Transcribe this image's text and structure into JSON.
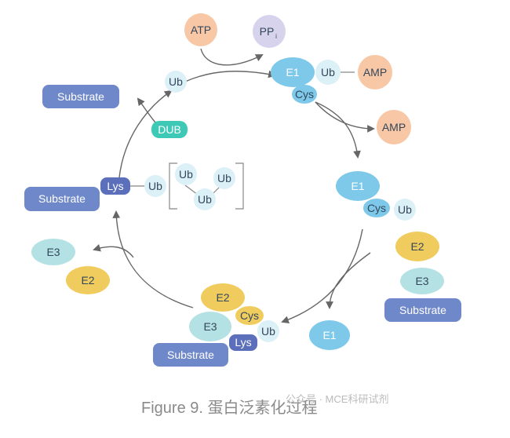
{
  "labels": {
    "atp": "ATP",
    "pp": "PP",
    "pp_sub": "i",
    "e1": "E1",
    "ub": "Ub",
    "amp": "AMP",
    "cys": "Cys",
    "e2": "E2",
    "e3": "E3",
    "substrate": "Substrate",
    "dub": "DUB",
    "lys": "Lys"
  },
  "caption": "Figure 9. 蛋白泛素化过程",
  "watermark": "公众号 · MCE科研试剂",
  "colors": {
    "e1_blue": "#7ec8ea",
    "ub_light": "#dcf0f8",
    "amp_peach": "#f8c8a6",
    "pp_lavender": "#d7d3ec",
    "e2_yellow": "#f0cc5e",
    "e3_teal": "#b4e2e4",
    "substrate_navy": "#6f88c9",
    "dub_teal": "#3ec9b6",
    "lys_navy": "#5b6fba"
  }
}
